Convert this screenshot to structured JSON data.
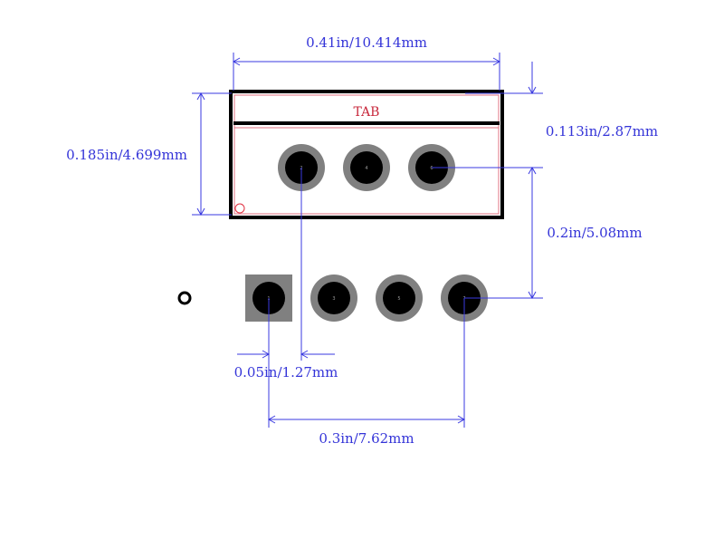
{
  "diagram": {
    "tab_label": "TAB",
    "dimensions": {
      "width_top": "0.41in/10.414mm",
      "height_left": "0.185in/4.699mm",
      "tab_offset_right": "0.113in/2.87mm",
      "row_spacing_right": "0.2in/5.08mm",
      "pin_pitch_bottom": "0.05in/1.27mm",
      "span_bottom": "0.3in/7.62mm"
    },
    "pins": {
      "p1": "1",
      "p2": "2",
      "p3": "3",
      "p4": "4",
      "p5": "5",
      "p6": "6",
      "p7": "7"
    },
    "colors": {
      "dimension": "#3434d8",
      "silkscreen_red": "#c8283c",
      "pad_gray": "#808080",
      "outline": "#000000"
    }
  }
}
